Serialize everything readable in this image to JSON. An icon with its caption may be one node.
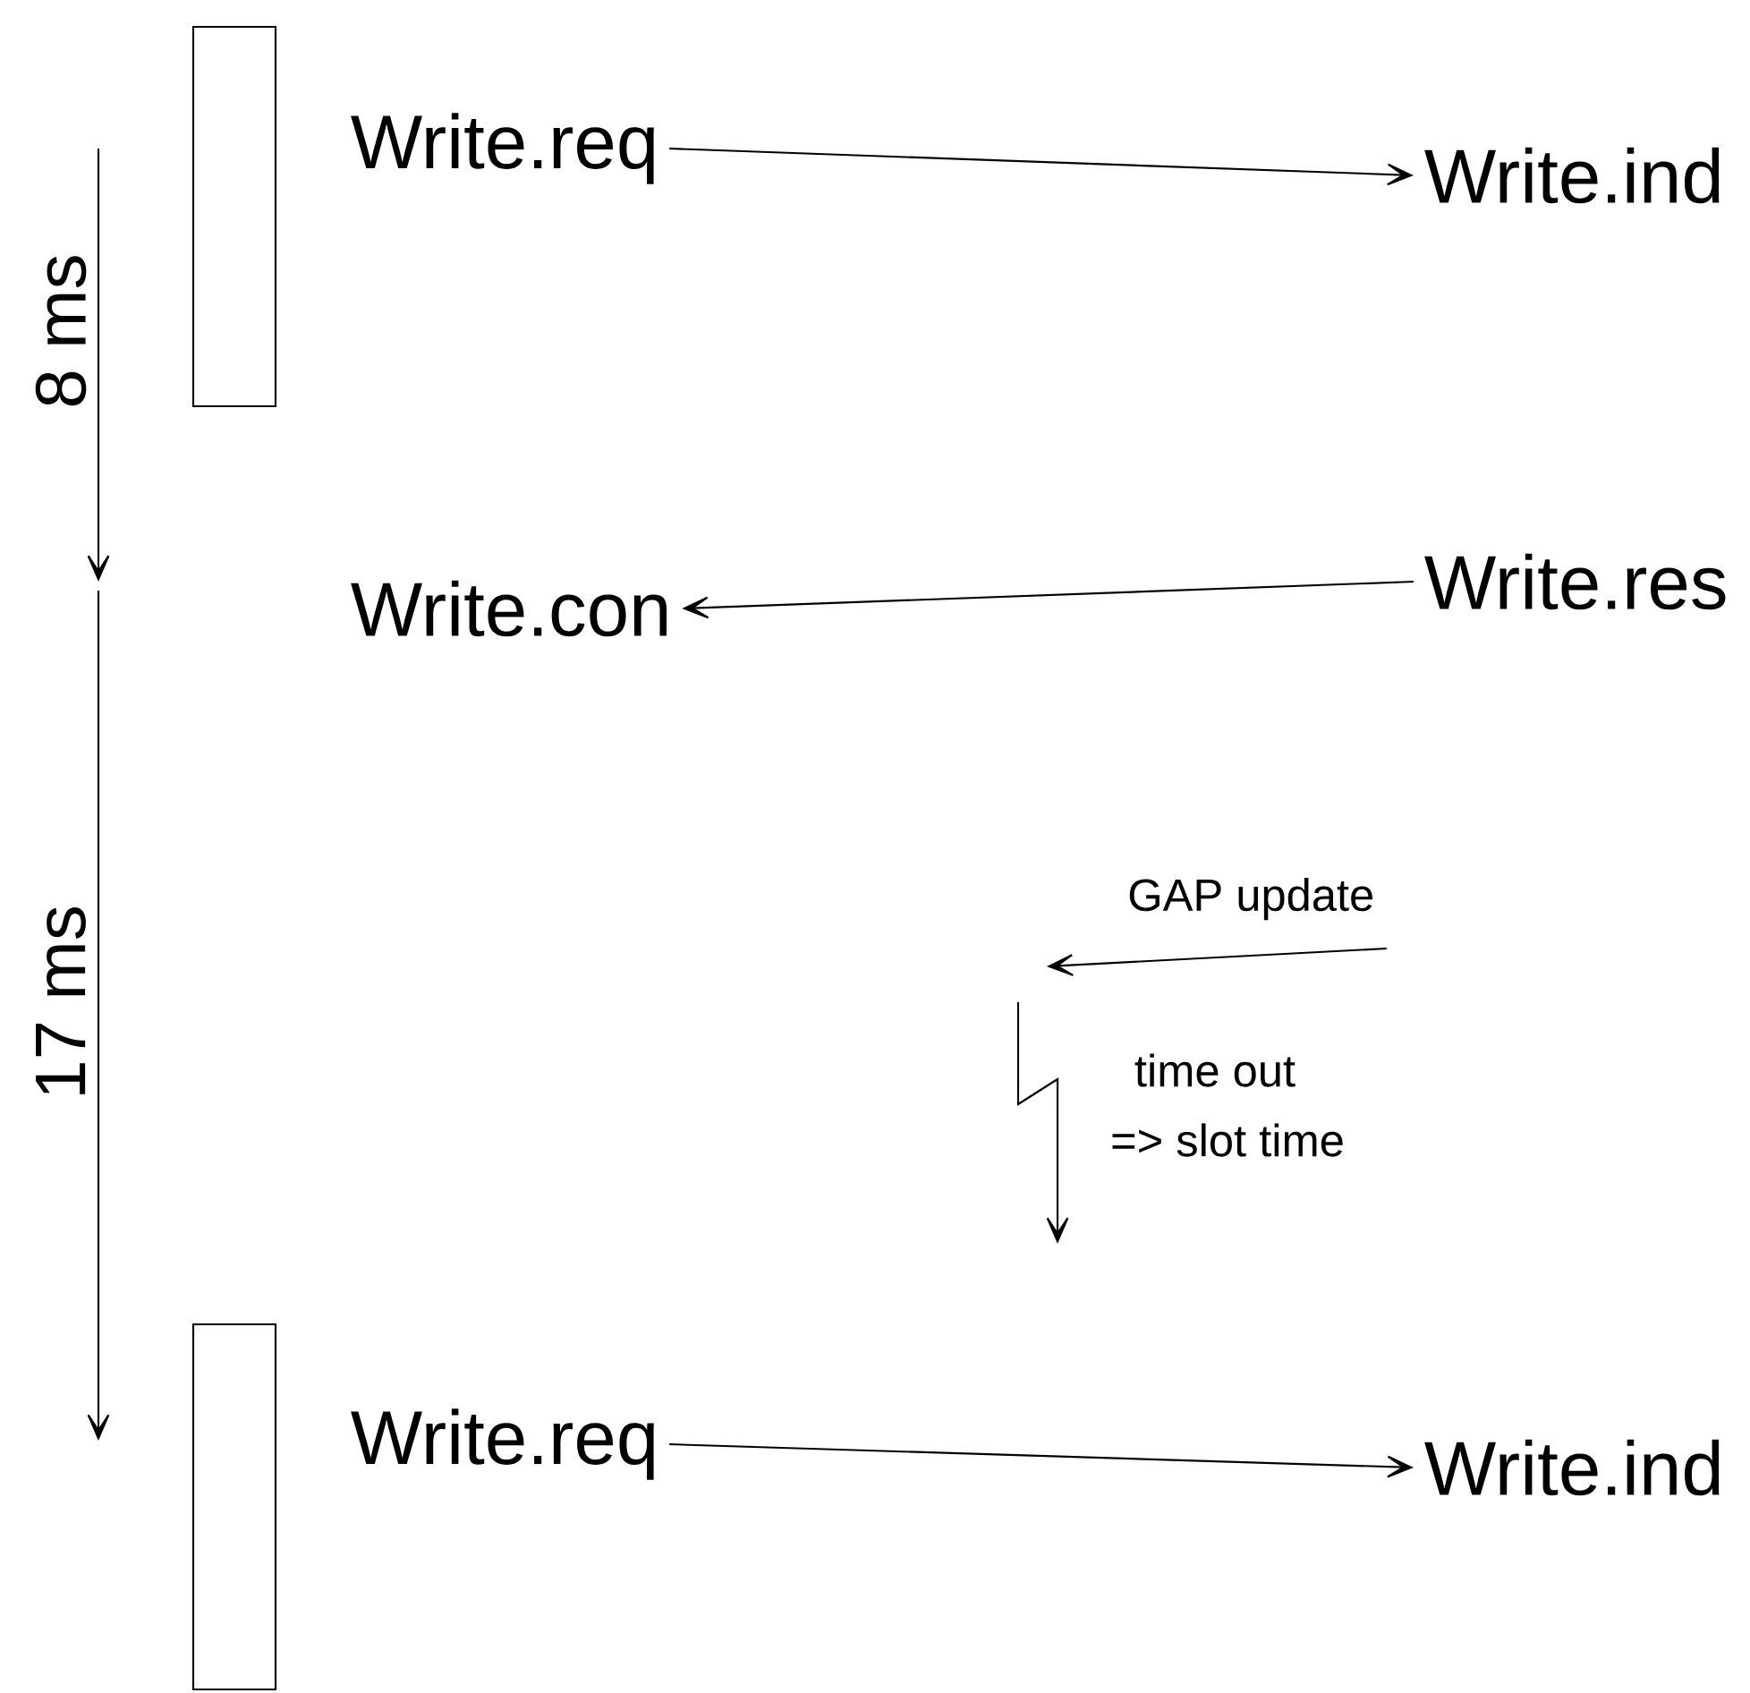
{
  "diagram": {
    "nodes": [
      {
        "text": [],
        "shape": "box"
      },
      {
        "text": [
          "Write.req"
        ]
      },
      {
        "text": [
          "Write.ind"
        ]
      },
      {
        "text": [
          "Write.con"
        ]
      },
      {
        "text": [
          "Write.res"
        ]
      },
      {
        "text": [],
        "shape": "box"
      },
      {
        "text": [
          "Write.req"
        ]
      },
      {
        "text": [
          "Write.ind"
        ]
      }
    ],
    "edges": [
      {
        "from": 1,
        "to": 2,
        "arrow": "to"
      },
      {
        "from": 4,
        "to": 3,
        "arrow": "to"
      },
      {
        "from": 6,
        "to": 7,
        "arrow": "to"
      }
    ],
    "labels": [
      "8 ms",
      "17 ms",
      "GAP update",
      "time out",
      "=> slot time"
    ]
  }
}
